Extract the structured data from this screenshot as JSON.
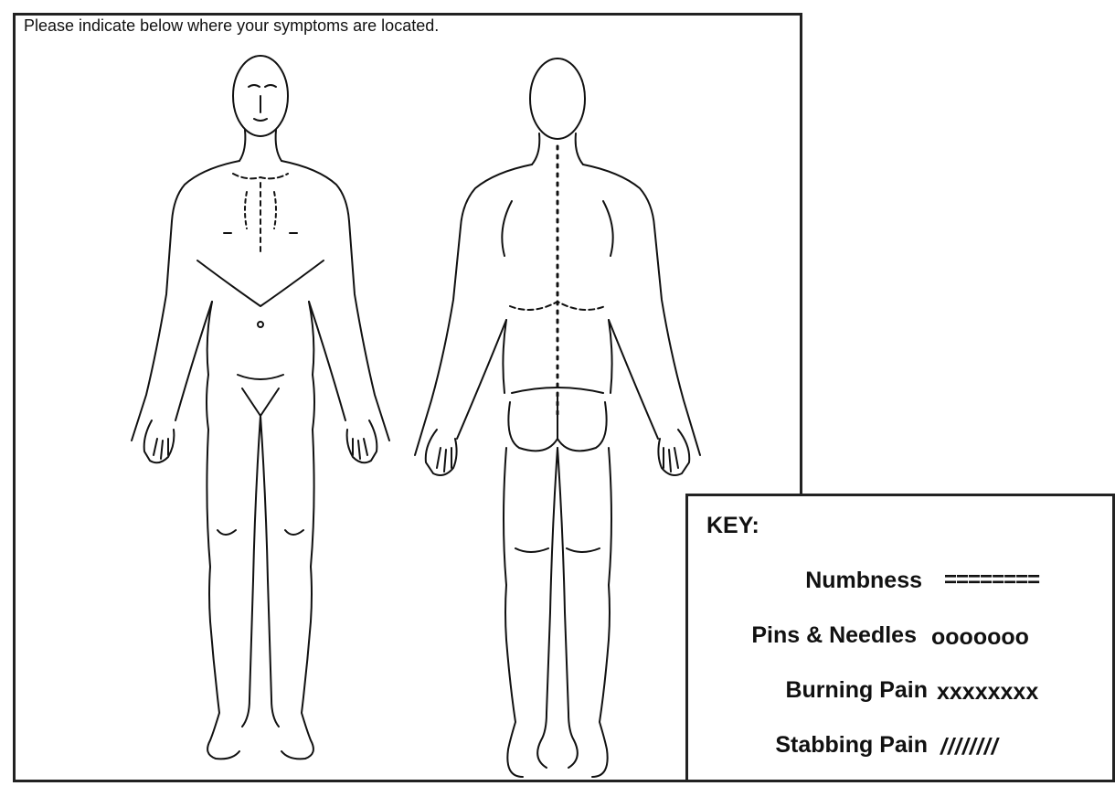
{
  "form": {
    "instruction": "Please indicate below where your symptoms are located."
  },
  "figures": {
    "front_icon": "body-front-outline",
    "back_icon": "body-back-outline"
  },
  "key": {
    "title": "KEY:",
    "items": [
      {
        "label": "Numbness",
        "symbol": "========"
      },
      {
        "label": "Pins & Needles",
        "symbol": "ooooooo"
      },
      {
        "label": "Burning Pain",
        "symbol": "xxxxxxxx"
      },
      {
        "label": "Stabbing Pain",
        "symbol": "////////"
      }
    ]
  }
}
